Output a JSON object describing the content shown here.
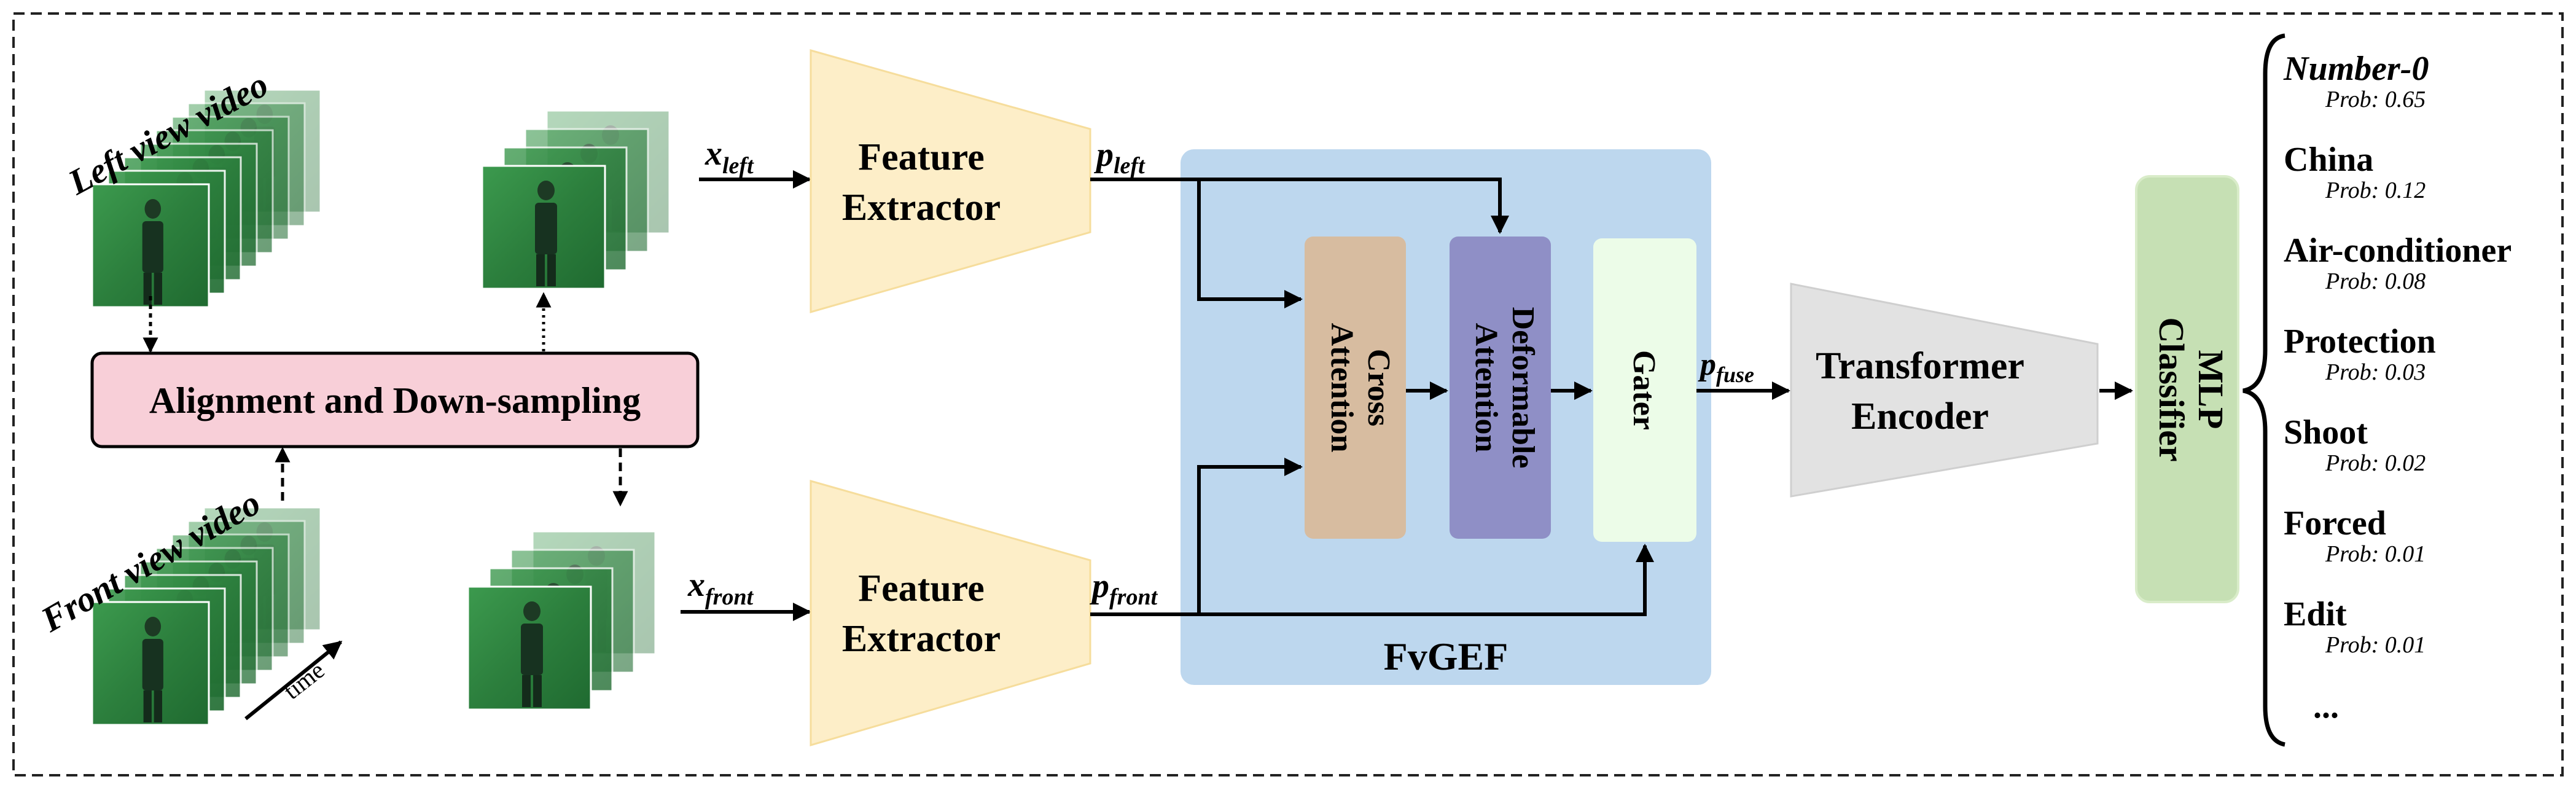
{
  "title": "",
  "inputs": {
    "left_video_label": "Left view video",
    "front_view_label": "Front view video",
    "time_label": "time"
  },
  "alignment_block": {
    "label": "Alignment and Down-sampling"
  },
  "symbols": {
    "x_left": {
      "base": "x",
      "sub": "left"
    },
    "x_front": {
      "base": "x",
      "sub": "front"
    },
    "p_left": {
      "base": "p",
      "sub": "left"
    },
    "p_front": {
      "base": "p",
      "sub": "front"
    },
    "p_fuse": {
      "base": "p",
      "sub": "fuse"
    }
  },
  "feature_extractor_top": {
    "line1": "Feature",
    "line2": "Extractor"
  },
  "feature_extractor_bottom": {
    "line1": "Feature",
    "line2": "Extractor"
  },
  "fusion": {
    "name": "FvGEF",
    "cross_attention": {
      "line1": "Cross",
      "line2": "Attention"
    },
    "deformable_attention": {
      "line1": "Deformable",
      "line2": "Attention"
    },
    "gater": {
      "label": "Gater"
    }
  },
  "transformer_encoder": {
    "line1": "Transformer",
    "line2": "Encoder"
  },
  "mlp": {
    "line1": "MLP",
    "line2": "Classifier"
  },
  "predictions": [
    {
      "label": "Number-0",
      "prob": "Prob: 0.65"
    },
    {
      "label": "China",
      "prob": "Prob: 0.12"
    },
    {
      "label": "Air-conditioner",
      "prob": "Prob: 0.08"
    },
    {
      "label": "Protection",
      "prob": "Prob: 0.03"
    },
    {
      "label": "Shoot",
      "prob": "Prob: 0.02"
    },
    {
      "label": "Forced",
      "prob": "Prob: 0.01"
    },
    {
      "label": "Edit",
      "prob": "Prob: 0.01"
    }
  ],
  "predictions_more": "...",
  "colors": {
    "alignment_fill": "#f8cfd8",
    "feature_extractor_fill": "#fdeec8",
    "fusion_panel_fill": "#bdd7ee",
    "cross_attention_fill": "#d7bca0",
    "deformable_fill": "#8f8fc6",
    "gater_fill": "#ecfce8",
    "transformer_fill": "#e2e2e2",
    "mlp_fill": "#c6e0b4",
    "video_green": "#2f8a42"
  }
}
